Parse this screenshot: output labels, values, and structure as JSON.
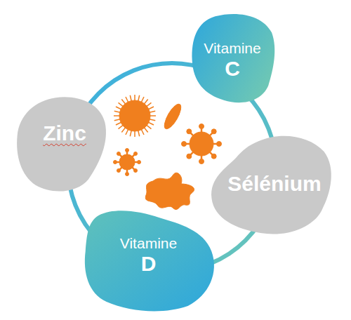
{
  "diagram": {
    "nodes": [
      {
        "text": [
          "Vitamine",
          "C"
        ]
      },
      {
        "text": [
          "Zinc"
        ]
      },
      {
        "text": [
          "Sélénium"
        ]
      },
      {
        "text": [
          "Vitamine",
          "D"
        ]
      }
    ]
  }
}
